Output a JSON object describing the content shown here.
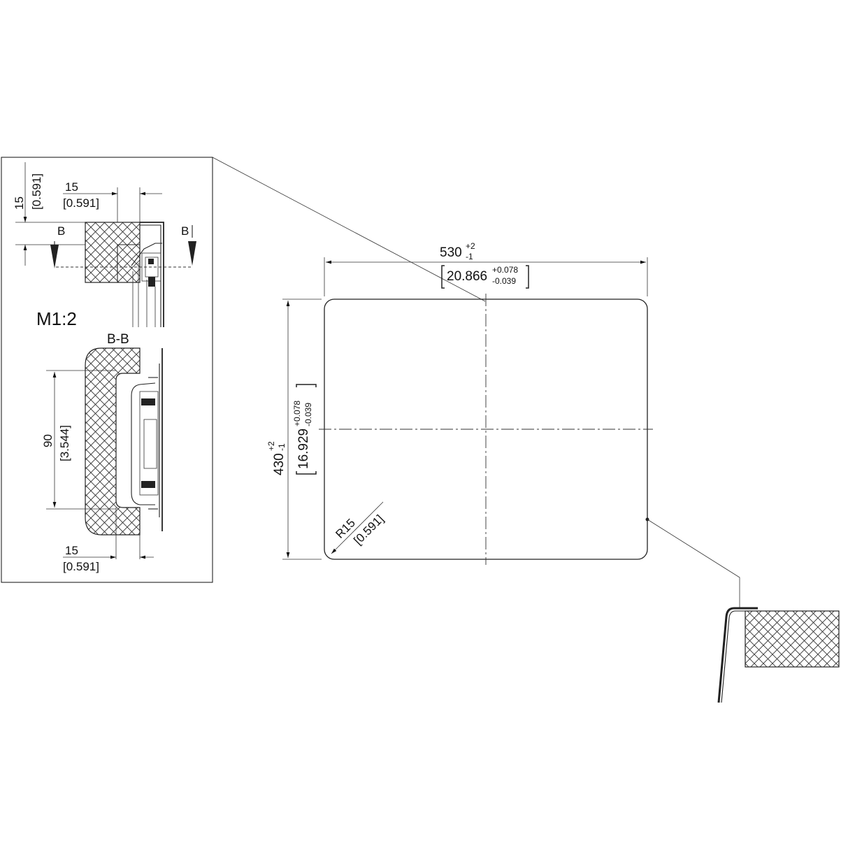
{
  "main_view": {
    "width": "530",
    "width_tol_upper": "+2",
    "width_tol_lower": "-1",
    "width_inch": "20.866",
    "width_inch_tol_upper": "+0.078",
    "width_inch_tol_lower": "-0.039",
    "height": "430",
    "height_tol_upper": "+2",
    "height_tol_lower": "-1",
    "height_inch": "16.929",
    "height_inch_tol_upper": "+0.078",
    "height_inch_tol_lower": "-0.039",
    "radius": "R15",
    "radius_inch": "[0.591]"
  },
  "detail_view": {
    "scale": "M1:2",
    "top_height": "15",
    "top_height_inch": "[0.591]",
    "top_width": "15",
    "top_width_inch": "[0.591]",
    "section_mark_left": "B",
    "section_mark_right": "B",
    "section_title": "B-B",
    "section_height": "90",
    "section_height_inch": "[3.544]",
    "section_width": "15",
    "section_width_inch": "[0.591]"
  }
}
